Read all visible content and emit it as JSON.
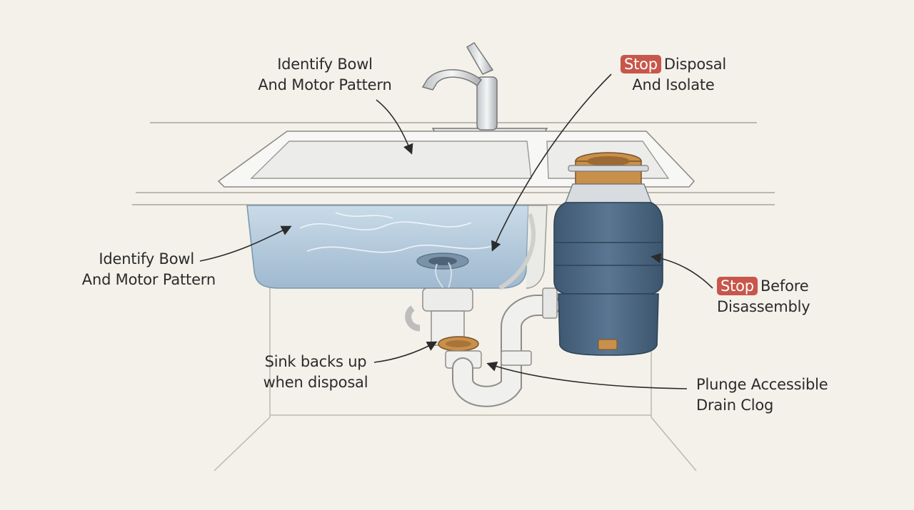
{
  "labels": {
    "bowl_top": {
      "line1": "Identify Bowl",
      "line2": "And Motor Pattern"
    },
    "stop_disposal": {
      "tag": "Stop",
      "line1_rest": "Disposal",
      "line2": "And Isolate"
    },
    "bowl_left": {
      "line1": "Identify Bowl",
      "line2": "And Motor Pattern"
    },
    "stop_disassembly": {
      "tag": "Stop",
      "line1_rest": "Before",
      "line2": "Disassembly"
    },
    "sink_backs": {
      "line1": "Sink backs up",
      "line2": "when disposal"
    },
    "plunge": {
      "line1": "Plunge Accessible",
      "line2": "Drain Clog"
    }
  },
  "colors": {
    "background": "#f3f1ea",
    "stop_tag": "#c8564a",
    "water": "#b8cfe0",
    "disposal_body": "#4f6b85",
    "brass_flange": "#c9904a",
    "pipe": "#eeeeee",
    "line": "#2b2b2b"
  },
  "icons": [
    "faucet-icon",
    "sink-icon",
    "disposal-icon",
    "p-trap-icon",
    "arrow-icon"
  ]
}
